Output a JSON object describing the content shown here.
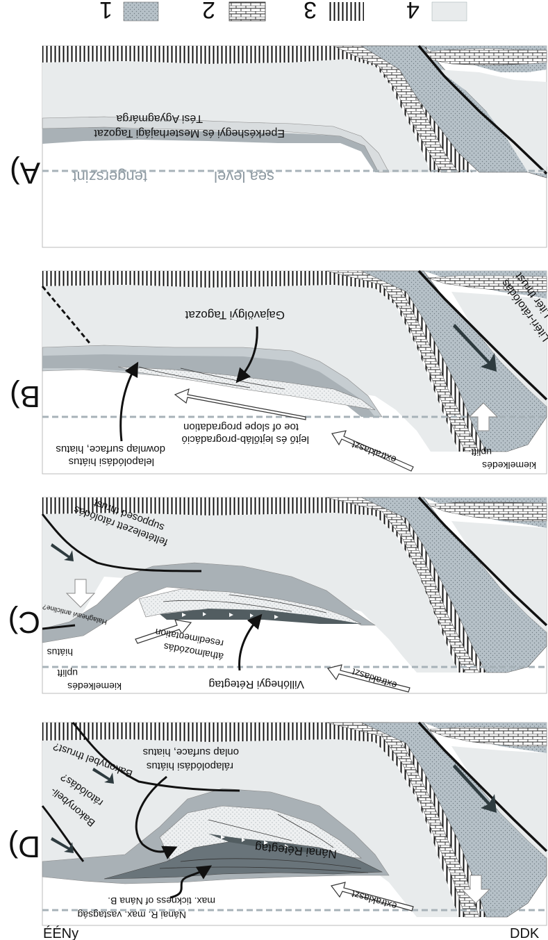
{
  "legend": [
    {
      "number": "1",
      "pattern": "dotted"
    },
    {
      "number": "2",
      "pattern": "brick"
    },
    {
      "number": "3",
      "pattern": "vertical-lines"
    },
    {
      "number": "4",
      "pattern": "light-grey"
    }
  ],
  "colors": {
    "unit1": "#b6c1c8",
    "unit4": "#e8ebec",
    "mid": "#a9b1b6",
    "dark": "#69747a",
    "sealevel": "#a7b2b8"
  },
  "panels": {
    "A": {
      "letter": "A)",
      "labels": {
        "tesi": "Tési Agyagmárga",
        "eperkes": "Eperkéshegyi és Mesterhajági Tagozat",
        "tengerszint": "tengerszint",
        "sealevel": "sea level"
      }
    },
    "B": {
      "letter": "B)",
      "labels": {
        "gajavolgyi": "Gajavölgyi Tagozat",
        "lileri_hu": "Litéri-rátolódás",
        "lileri_en": "Litér thrust",
        "downlap_hu": "lelapolódási hiátus",
        "downlap_en": "downlap surface, hiatus",
        "toe_hu": "lejtő és lejtőláb-progradáció",
        "toe_en": "toe of slope progradation",
        "extraklaszt": "extraklaszt",
        "uplift": "uplift",
        "kiemelkedes": "kiemelkedés"
      }
    },
    "C": {
      "letter": "C)",
      "labels": {
        "feltetelezett": "feltételezett rátolódás",
        "supposed": "supposed thrust",
        "halagheg": "Halagheavi anticline?",
        "hiatus": "hiátus",
        "uplift": "uplift",
        "kiemelkedes": "kiemelkedés",
        "athalmozodas": "áthalmozódás",
        "resedimentation": "resedimentation",
        "villohegyi": "Villóhegyi Rétegtag",
        "extraklaszt": "extraklaszt"
      }
    },
    "D": {
      "letter": "D)",
      "labels": {
        "onlap_en": "onlap surface, hiatus",
        "onlap_hu": "rálapolódási hiátus",
        "bakonybel_thrust": "Bakonybel thrust?",
        "bakonybeli_hu": "Bakonybeli-",
        "ratolodas": "rátolódás?",
        "nanai": "Nánai Rétegtag",
        "max_en": "max. tickness of Nána B.",
        "max_hu": "Nánai R. max. vastagság",
        "extraklaszt": "extraklaszt",
        "eeny": "ÉÉNy",
        "ddk": "DDK"
      }
    }
  }
}
